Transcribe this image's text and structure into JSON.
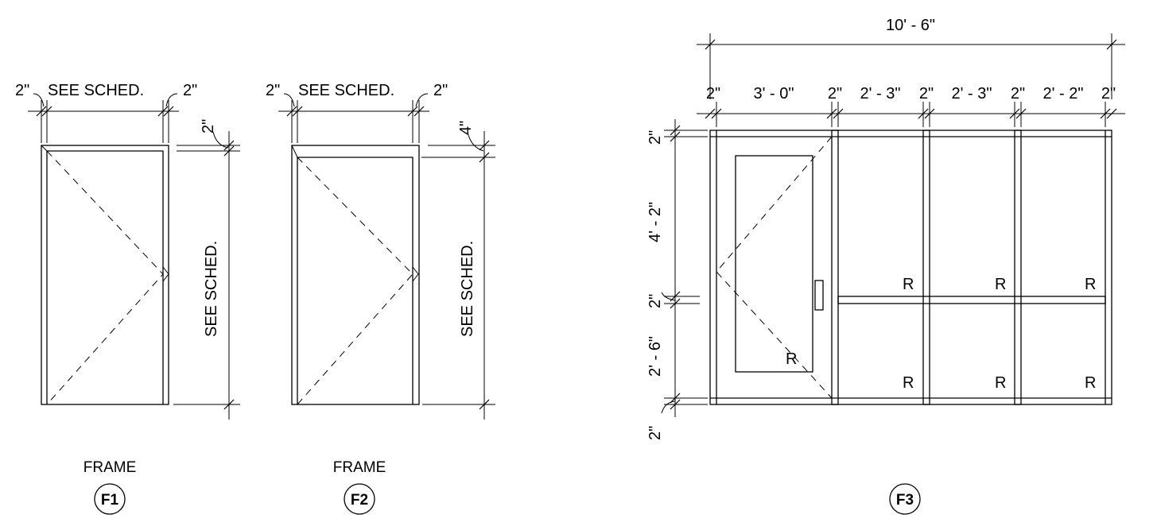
{
  "colors": {
    "ink": "#000000",
    "paper": "#ffffff"
  },
  "f1": {
    "dim_left": "2\"",
    "dim_width": "SEE SCHED.",
    "dim_right": "2\"",
    "dim_head": "2\"",
    "dim_height": "SEE SCHED.",
    "caption": "FRAME",
    "tag": "F1"
  },
  "f2": {
    "dim_left": "2\"",
    "dim_width": "SEE SCHED.",
    "dim_right": "2\"",
    "dim_head": "4\"",
    "dim_height": "SEE SCHED.",
    "caption": "FRAME",
    "tag": "F2"
  },
  "f3": {
    "overall_width": "10' - 6\"",
    "horizontal": [
      "2\"",
      "3' - 0\"",
      "2\"",
      "2' - 3\"",
      "2\"",
      "2' - 3\"",
      "2\"",
      "2' - 2\"",
      "2\""
    ],
    "vertical": [
      "2\"",
      "4' - 2\"",
      "2\"",
      "2' - 6\"",
      "2\""
    ],
    "glazing_mark": "R",
    "tag": "F3"
  }
}
